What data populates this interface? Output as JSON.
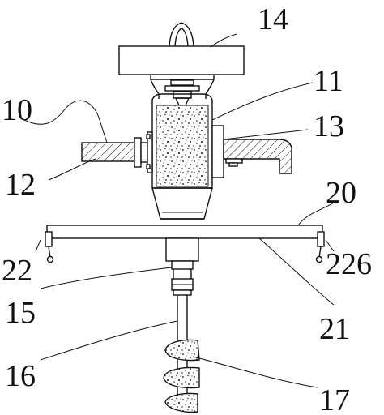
{
  "labels": {
    "l14": "14",
    "l11": "11",
    "l10": "10",
    "l13": "13",
    "l12": "12",
    "l20": "20",
    "l22": "22",
    "l226": "226",
    "l15": "15",
    "l21": "21",
    "l16": "16",
    "l17": "17"
  }
}
